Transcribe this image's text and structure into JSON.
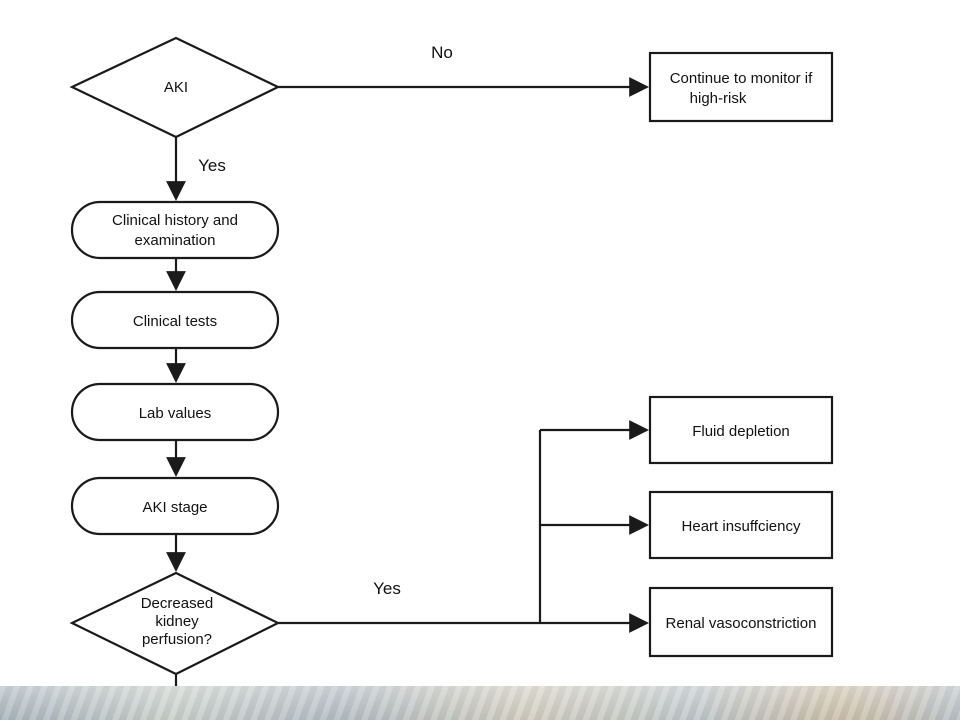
{
  "flowchart": {
    "decision_aki": "AKI",
    "label_no": "No",
    "box_monitor_line1": "Continue to monitor if",
    "box_monitor_line2": "high-risk",
    "label_yes_top": "Yes",
    "step_history_line1": "Clinical history and",
    "step_history_line2": "examination",
    "step_tests": "Clinical tests",
    "step_lab": "Lab values",
    "step_stage": "AKI stage",
    "decision_perfusion_line1": "Decreased",
    "decision_perfusion_line2": "kidney",
    "decision_perfusion_line3": "perfusion?",
    "label_yes_right": "Yes",
    "outcome_fluid": "Fluid depletion",
    "outcome_heart": "Heart insuffciency",
    "outcome_renal": "Renal vasoconstriction"
  },
  "colors": {
    "stroke": "#1a1a1a",
    "fill": "#ffffff"
  }
}
